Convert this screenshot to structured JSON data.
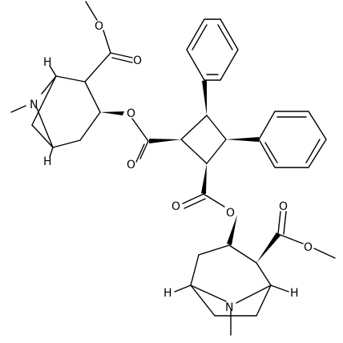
{
  "structure": {
    "atoms": [
      {
        "id": "o-me1",
        "symbol": "O"
      },
      {
        "id": "o-carbonyl1",
        "symbol": "O"
      },
      {
        "id": "h-top1",
        "symbol": "H"
      },
      {
        "id": "n-top",
        "symbol": "N"
      },
      {
        "id": "h-top2",
        "symbol": "H"
      },
      {
        "id": "o-ester1",
        "symbol": "O"
      },
      {
        "id": "o-carbonyl2",
        "symbol": "O"
      },
      {
        "id": "o-carbonyl3",
        "symbol": "O"
      },
      {
        "id": "o-ester2",
        "symbol": "O"
      },
      {
        "id": "o-carbonyl4",
        "symbol": "O"
      },
      {
        "id": "o-me2",
        "symbol": "O"
      },
      {
        "id": "h-bot1",
        "symbol": "H"
      },
      {
        "id": "n-bot",
        "symbol": "N"
      },
      {
        "id": "h-bot2",
        "symbol": "H"
      }
    ],
    "line_color": "#000000",
    "background": "#ffffff"
  }
}
